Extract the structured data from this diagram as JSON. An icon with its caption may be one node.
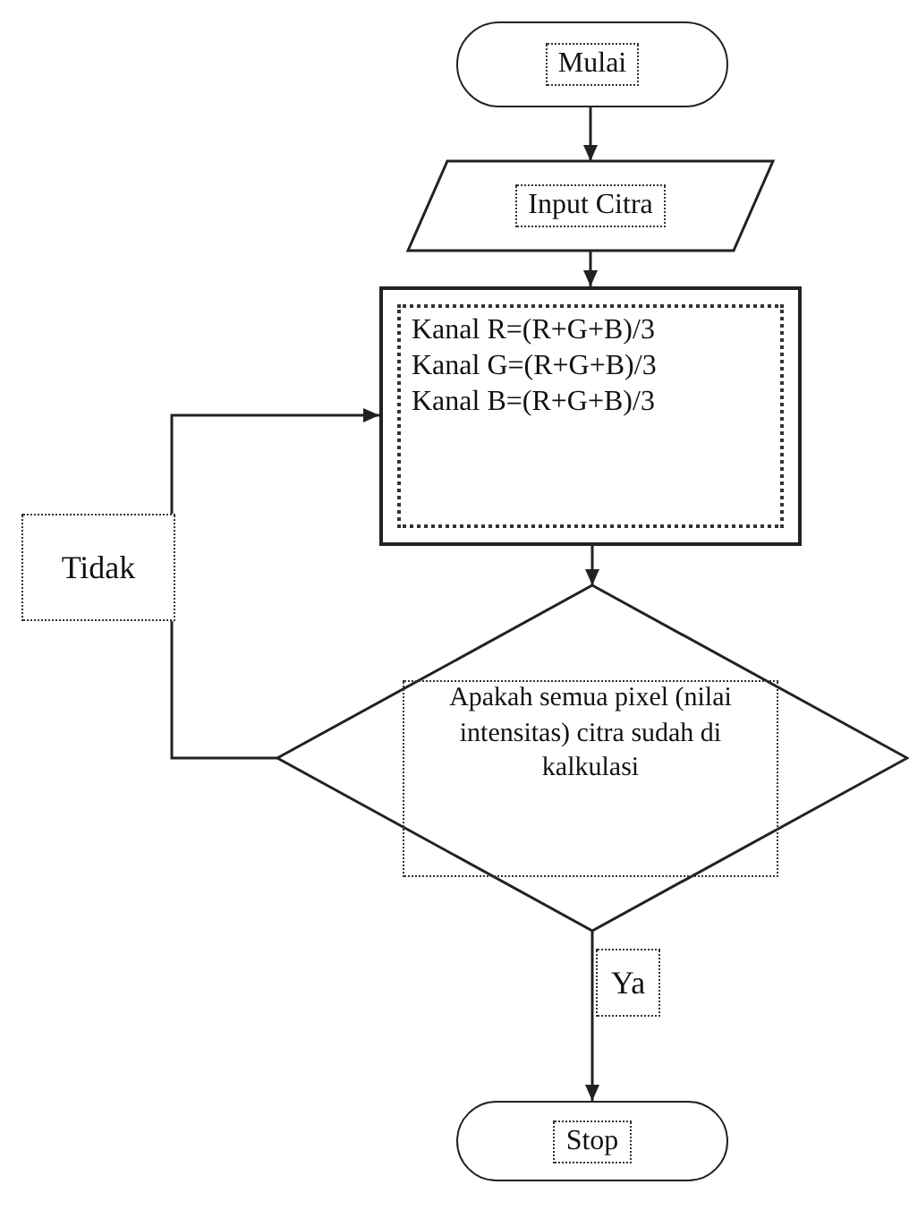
{
  "diagram": {
    "nodes": [
      {
        "text": [
          "Mulai"
        ]
      },
      {
        "text": [
          "Input Citra"
        ]
      },
      {
        "text": [
          "Kanal R=(R+G+B)/3",
          "Kanal G=(R+G+B)/3",
          "Kanal B=(R+G+B)/3"
        ]
      },
      {
        "text": [
          "Apakah semua pixel (nilai intensitas) citra sudah di kalkulasi"
        ]
      },
      {
        "text": [
          "Stop"
        ]
      }
    ],
    "edges": [
      {
        "from": 0,
        "to": 1,
        "arrow": "to"
      },
      {
        "from": 1,
        "to": 2,
        "arrow": "to"
      },
      {
        "from": 2,
        "to": 3,
        "arrow": "to"
      },
      {
        "from": 3,
        "to": 2,
        "arrow": "to",
        "label": "Tidak"
      },
      {
        "from": 3,
        "to": 4,
        "arrow": "to",
        "label": "Ya"
      }
    ]
  }
}
